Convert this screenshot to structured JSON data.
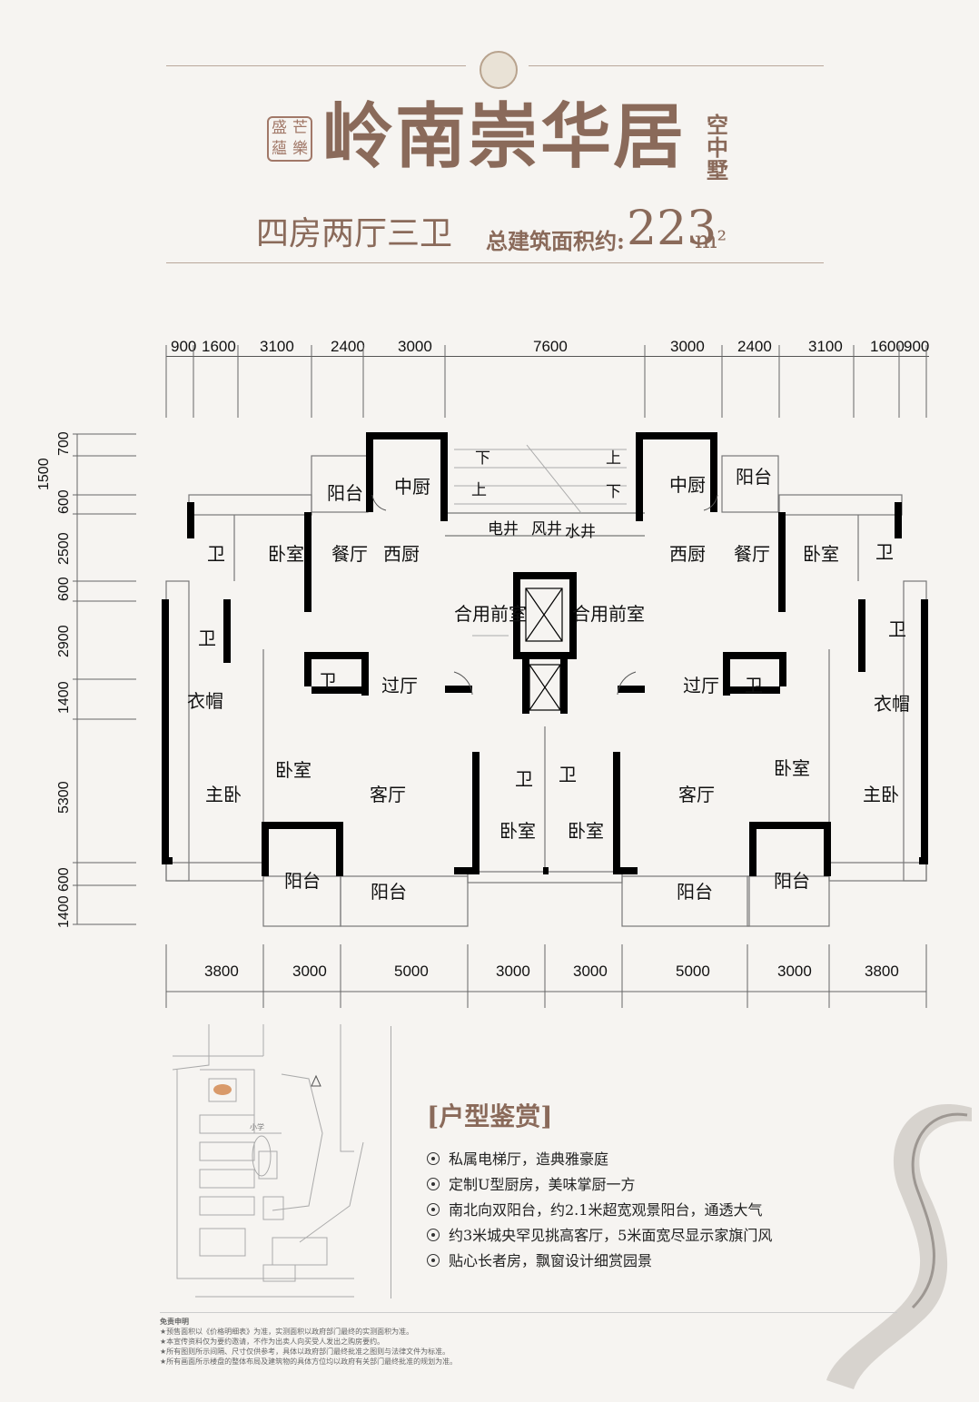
{
  "header": {
    "title": "岭南崇华居",
    "title_vertical": "空中墅",
    "seal_text": [
      "盛",
      "芒",
      "蘊",
      "樂"
    ],
    "layout": "四房两厅三卫",
    "area_label": "总建筑面积约:",
    "area_value": "223",
    "area_unit": "m²"
  },
  "dims_top": [
    "900",
    "1600",
    "3100",
    "2400",
    "3000",
    "7600",
    "3000",
    "2400",
    "3100",
    "1600",
    "900"
  ],
  "dims_left": [
    "700",
    "1500",
    "600",
    "2500",
    "600",
    "2900",
    "1400",
    "5300",
    "600",
    "1400"
  ],
  "dims_bottom": [
    "3800",
    "3000",
    "5000",
    "3000",
    "3000",
    "5000",
    "3000",
    "3800"
  ],
  "rooms": {
    "balcony": "阳台",
    "mid_kitchen": "中厨",
    "west_kitchen": "西厨",
    "dining": "餐厅",
    "bedroom": "卧室",
    "bath": "卫",
    "cloak": "衣帽",
    "master": "主卧",
    "hall": "过厅",
    "living": "客厅",
    "shared_lobby": "合用前室",
    "elec_shaft": "电井",
    "wind_shaft": "风井",
    "water_shaft": "水井",
    "down": "下",
    "up": "上"
  },
  "highlights": {
    "title": "[户型鉴赏]",
    "items": [
      "私属电梯厅，造典雅豪庭",
      "定制U型厨房，美味掌厨一方",
      "南北向双阳台，约2.1米超宽观景阳台，通透大气",
      "约3米城央罕见挑高客厅，5米面宽尽显示家旗门风",
      "贴心长者房，飘窗设计细赏园景"
    ]
  },
  "map": {
    "school_label": "小学"
  },
  "disclaimer": {
    "title": "免责申明",
    "lines": [
      "★预售面积以《价格明细表》为准，实测面积以政府部门最终的实测面积为准。",
      "★本宣传资料仅为要约邀请，不作为出卖人向买受人发出之购房要约。",
      "★所有图则所示间隔、尺寸仅供参考，具体以政府部门最终批准之图则与法律文件为标准。",
      "★所有画面所示楼盘的整体布局及建筑物的具体方位均以政府有关部门最终批准的规划为准。"
    ]
  },
  "colors": {
    "brand": "#8a6a5a",
    "background": "#f6f4f1",
    "wall": "#000000"
  }
}
